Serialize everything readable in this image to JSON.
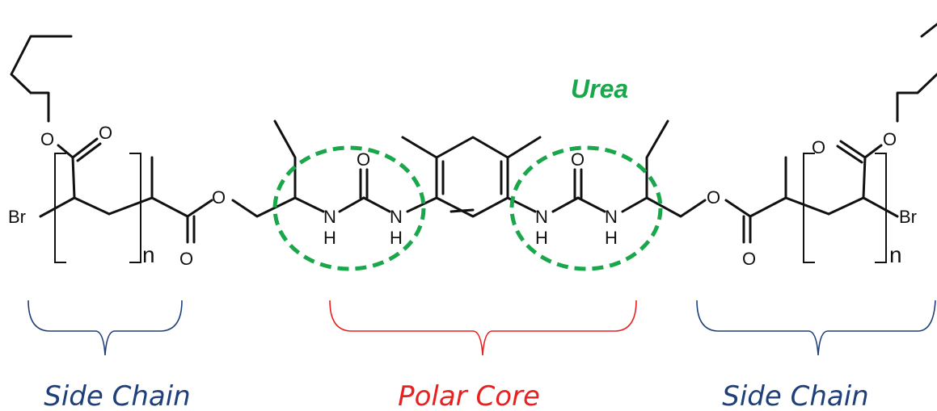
{
  "labels": {
    "urea": "Urea",
    "side_chain_left": "Side Chain",
    "polar_core": "Polar Core",
    "side_chain_right": "Side Chain"
  },
  "atoms": {
    "oxygen": "O",
    "nitrogen": "N",
    "hydrogen": "H",
    "bromine": "Br",
    "repeat_index": "n"
  },
  "colors": {
    "urea_highlight": "#1aa64a",
    "side_chain": "#1f3f7a",
    "polar_core": "#e82020",
    "bond": "#111111"
  }
}
